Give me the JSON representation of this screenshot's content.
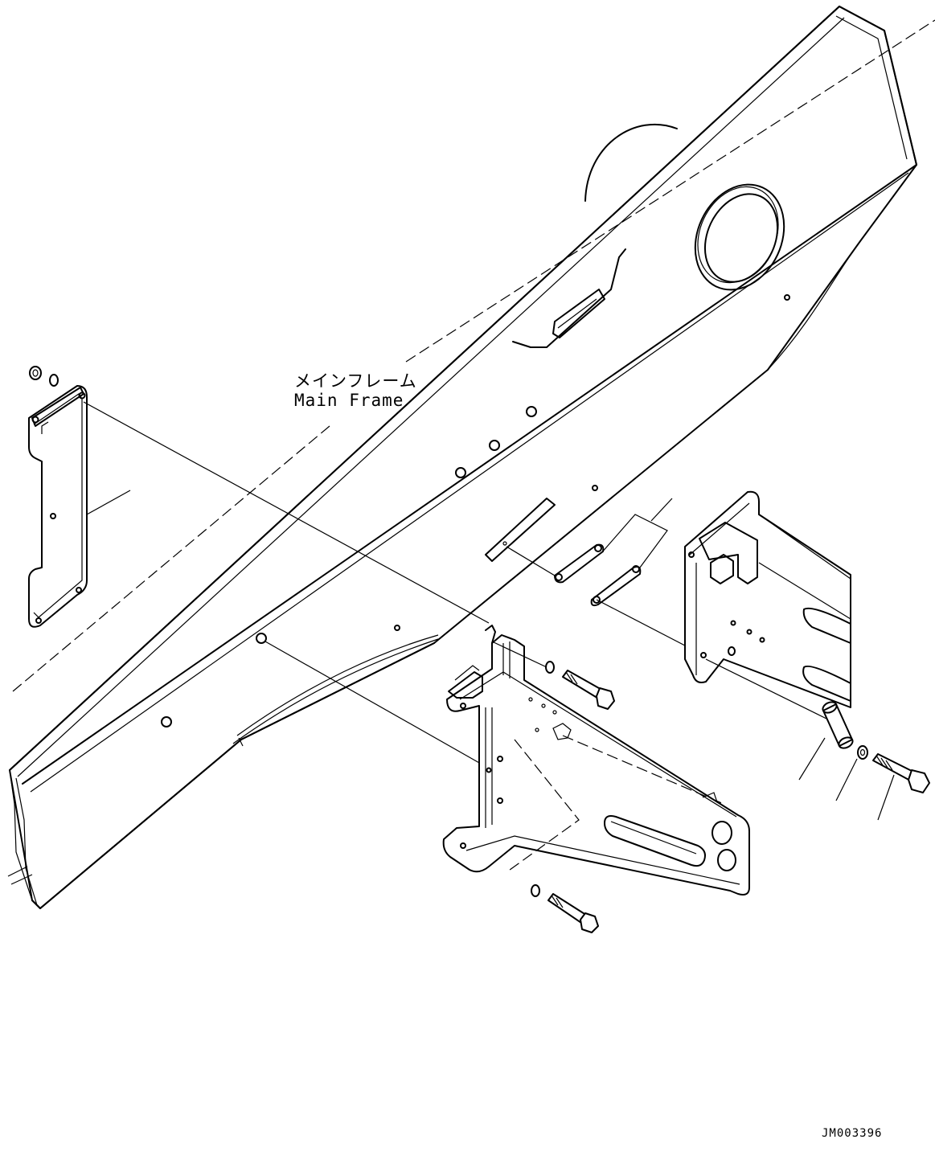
{
  "labels": {
    "main_frame_jp": "メインフレーム",
    "main_frame_en": "Main Frame"
  },
  "drawing_number": "JM003396",
  "colors": {
    "line": "#000000",
    "background": "#ffffff"
  }
}
